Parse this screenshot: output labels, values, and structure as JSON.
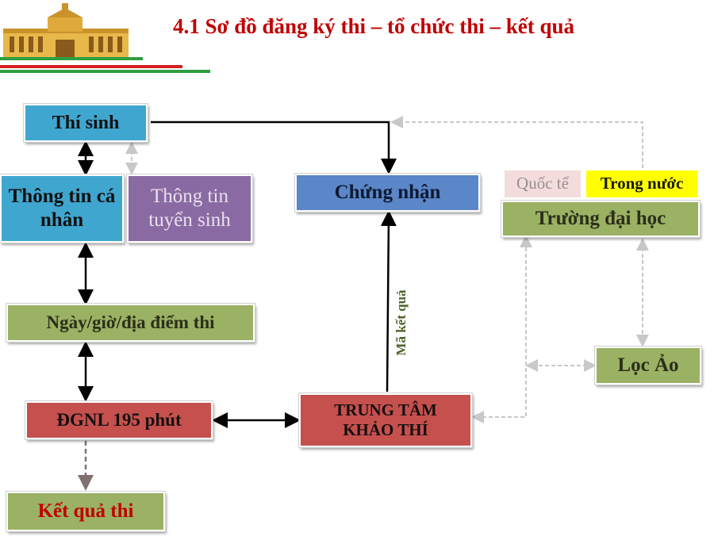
{
  "header": {
    "title": "4.1 Sơ đồ đăng ký thi – tổ chức thi – kết quả"
  },
  "nodes": {
    "thi_sinh": "Thí sinh",
    "thong_tin_ca_nhan": "Thông tin cá nhân",
    "thong_tin_tuyen_sinh": "Thông tin tuyển sinh",
    "ngay_gio": "Ngày/giờ/địa điểm thi",
    "dgnl": "ĐGNL 195 phút",
    "ket_qua": "Kết quả thi",
    "chung_nhan": "Chứng nhận",
    "trung_tam": "TRUNG TÂM KHẢO THÍ",
    "quoc_te": "Quốc tế",
    "trong_nuoc": "Trong nước",
    "truong_dai_hoc": "Trường đại học",
    "loc_ao": "Lọc Ảo"
  },
  "edge_labels": {
    "ma_ket_qua": "Mã kết quả"
  },
  "colors": {
    "title": "#c00000",
    "blue": "#3fa6cf",
    "purple": "#8a6aa3",
    "olive": "#9bb163",
    "red": "#c5504d",
    "steel": "#5b86c7",
    "yellow": "#ffff00"
  }
}
